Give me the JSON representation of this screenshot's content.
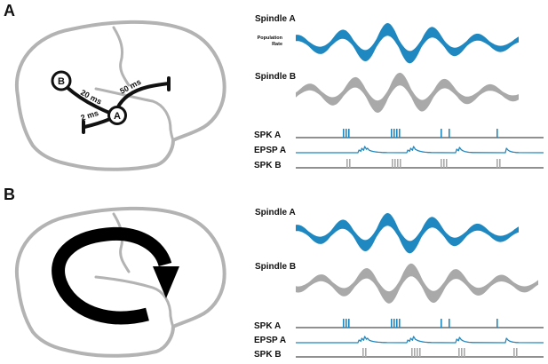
{
  "panels": [
    {
      "letter": "A",
      "spindle_a_label": "Spindle A",
      "population_rate_label_line1": "Population",
      "population_rate_label_line2": "Rate",
      "spindle_b_label": "Spindle B",
      "spk_a_label": "SPK A",
      "epsp_a_label": "EPSP A",
      "spk_b_label": "SPK B",
      "node_a_label": "A",
      "node_b_label": "B",
      "delay_50_label": "50 ms",
      "delay_20_label": "20 ms",
      "delay_2_label": "2 ms"
    },
    {
      "letter": "B",
      "spindle_a_label": "Spindle A",
      "spindle_b_label": "Spindle B",
      "spk_a_label": "SPK A",
      "epsp_a_label": "EPSP A",
      "spk_b_label": "SPK B"
    }
  ],
  "colors": {
    "spindle_a": "#1f88c0",
    "spindle_b": "#a9a9a9",
    "brain_outline": "#b3b3b3",
    "pathway": "#111111",
    "baseline": "#222222"
  }
}
